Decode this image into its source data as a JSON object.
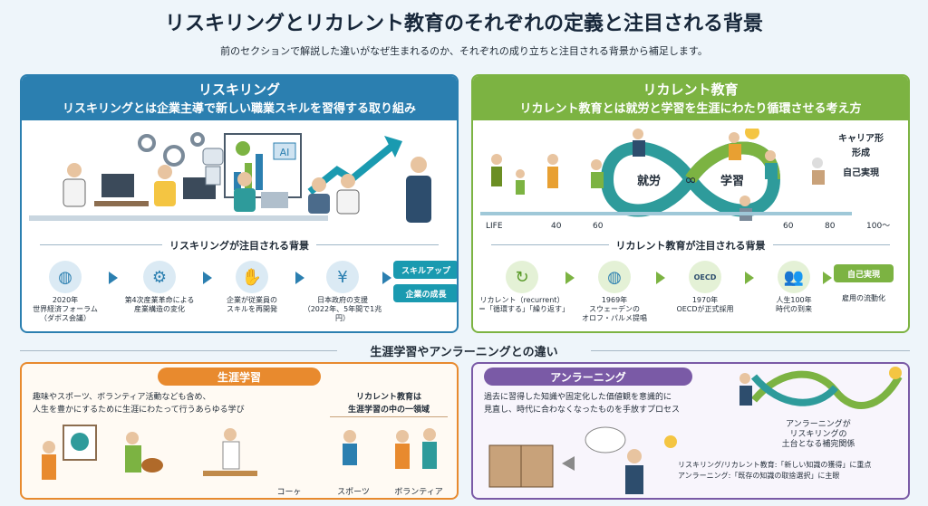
{
  "title": "リスキリングとリカレント教育のそれぞれの定義と注目される背景",
  "subtitle": "前のセクションで解説した違いがなぜ生まれるのか、それぞれの成り立ちと注目される背景から補足します。",
  "reskilling": {
    "heading": "リスキリング",
    "definition": "リスキリングとは企業主導で新しい職業スキルを習得する取り組み",
    "ai_label": "AI",
    "background_title": "リスキリングが注目される背景",
    "steps": [
      {
        "icon": "globe-icon",
        "label": "2020年\n世界経済フォーラム\n（ダボス会議）"
      },
      {
        "icon": "factory-gear-icon",
        "label": "第4次産業革命による\n産業構造の変化"
      },
      {
        "icon": "handshake-icon",
        "label": "企業が従業員の\nスキルを再開発"
      },
      {
        "icon": "yen-hand-icon",
        "label": "日本政府の支援\n（2022年、5年間で1兆円）"
      }
    ],
    "outcomes": [
      "スキルアップ",
      "企業の成長"
    ]
  },
  "recurrent": {
    "heading": "リカレント教育",
    "definition": "リカレント教育とは就労と学習を生涯にわたり循環させる考え方",
    "loop_left": "就労",
    "loop_right": "学習",
    "loop_symbol": "∞",
    "life_axis": [
      "LIFE",
      "40",
      "60",
      "60",
      "80",
      "100〜"
    ],
    "career_labels": [
      "キャリア形",
      "形成",
      "自己実現"
    ],
    "background_title": "リカレント教育が注目される背景",
    "steps": [
      {
        "icon": "cycle-icon",
        "label": "リカレント（recurrent）\n＝「循環する」「繰り返す」"
      },
      {
        "icon": "earth-icon",
        "label": "1969年\nスウェーデンの\nオロフ・パルメ提唱"
      },
      {
        "icon": "oecd-icon",
        "label": "1970年\nOECDが正式採用"
      },
      {
        "icon": "people-icon",
        "label": "人生100年\n時代の到来"
      },
      {
        "icon": "none",
        "label": "雇用の流動化"
      }
    ],
    "oecd_text": "OECD",
    "outcome": "自己実現"
  },
  "middle_heading": "生涯学習やアンラーニングとの違い",
  "lifelong": {
    "heading": "生涯学習",
    "desc_lines": [
      "趣味やスポーツ、ボランティア活動なども含め、",
      "人生を豊かにするために生涯にわたって行うあらゆる学び"
    ],
    "note_lines": [
      "リカレント教育は",
      "生涯学習の中の一領域"
    ],
    "captions": [
      "コーヶ",
      "スポーツ",
      "ボランティア"
    ]
  },
  "unlearning": {
    "heading": "アンラーニング",
    "desc_lines": [
      "過去に習得した知識や固定化した価値観を意識的に",
      "見直し、時代に合わなくなったものを手放すプロセス"
    ],
    "relation_lines": [
      "アンラーニングが",
      "リスキリングの",
      "土台となる補完関係"
    ],
    "compare_lines": [
      "リスキリング/リカレント教育:「新しい知識の獲得」に重点",
      "アンラーニング:「既存の知識の取捨選択」に主眼"
    ]
  },
  "colors": {
    "blue": "#2b7fb0",
    "green": "#7cb342",
    "orange": "#e88a2e",
    "purple": "#7a5aa6",
    "teal": "#1a9ab0"
  }
}
